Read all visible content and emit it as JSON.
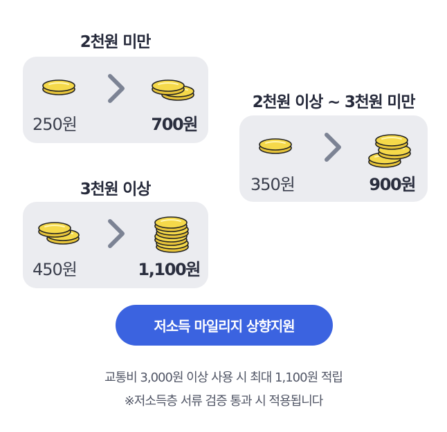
{
  "tiers": [
    {
      "title": "2천원 미만",
      "base_price": "250원",
      "bonus_price": "700원"
    },
    {
      "title": "2천원 이상 ~ 3천원 미만",
      "base_price": "350원",
      "bonus_price": "900원"
    },
    {
      "title": "3천원 이상",
      "base_price": "450원",
      "bonus_price": "1,100원"
    }
  ],
  "icons": {
    "coin": "coin-icon",
    "chevron": "chevron-right-icon"
  },
  "colors": {
    "card_bg": "#ebecf0",
    "button_bg": "#3b63e0",
    "coin_fill": "#f5d94a",
    "coin_outline": "#222222",
    "chevron": "#7c8394"
  },
  "cta": {
    "label": "저소득 마일리지 상향지원"
  },
  "notes": {
    "line1": "교통비 3,000원 이상 사용 시 최대 1,100원 적립",
    "line2": "※저소득층 서류 검증 통과 시 적용됩니다"
  }
}
